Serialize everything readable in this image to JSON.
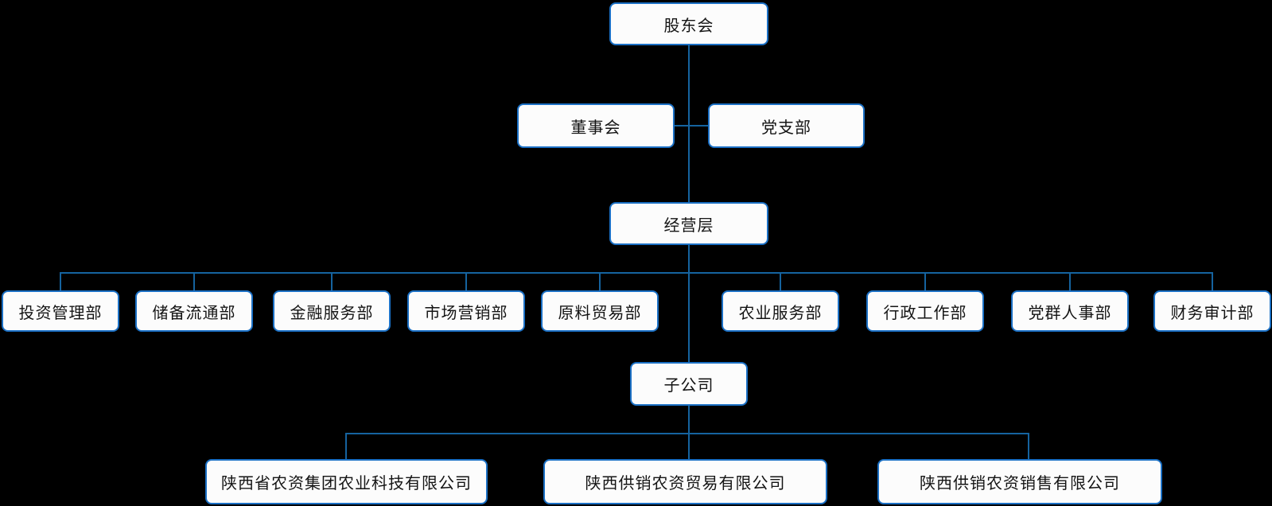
{
  "diagram": {
    "type": "org-chart",
    "nodes": {
      "shareholders": "股东会",
      "board": "董事会",
      "party_branch": "党支部",
      "management": "经营层",
      "departments": [
        "投资管理部",
        "储备流通部",
        "金融服务部",
        "市场营销部",
        "原料贸易部",
        "农业服务部",
        "行政工作部",
        "党群人事部",
        "财务审计部"
      ],
      "subsidiary_group": "子公司",
      "subsidiaries": [
        "陕西省农资集团农业科技有限公司",
        "陕西供销农资贸易有限公司",
        "陕西供销农资销售有限公司"
      ]
    },
    "colors": {
      "background": "#000000",
      "node_fill": "#fcfcfc",
      "node_border": "#1b70c5",
      "connector": "#15639f",
      "text": "#141414"
    }
  }
}
